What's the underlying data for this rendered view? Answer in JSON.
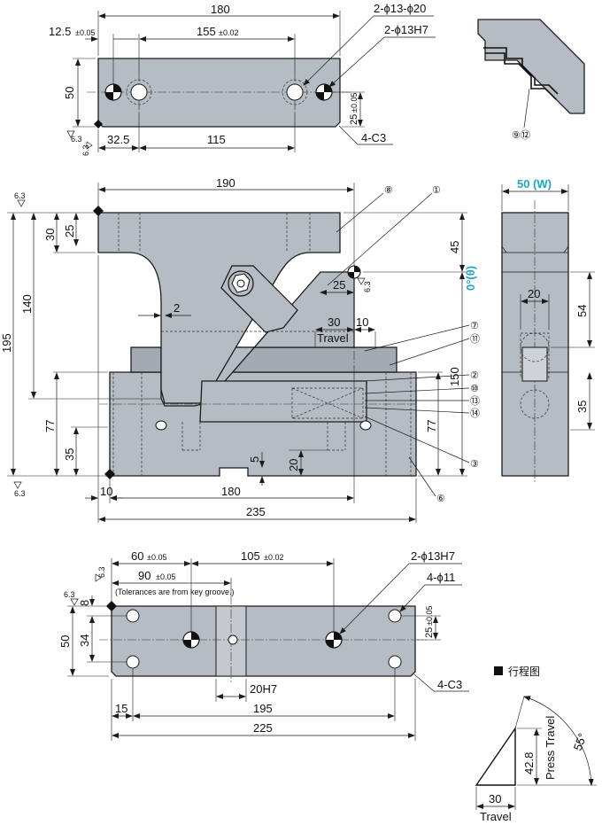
{
  "colors": {
    "part_fill": "#b6bcc3",
    "accent": "#1aa6c8",
    "line": "#1c1c1c"
  },
  "top_view": {
    "dim_180": "180",
    "dim_12_5": "12.5",
    "tol_12_5": "±0.05",
    "dim_155": "155",
    "tol_155": "±0.02",
    "callout_counterbore": "2-ϕ13-ϕ20",
    "callout_holes": "2-ϕ13H7",
    "dim_50": "50",
    "dim_25": "25",
    "tol_25": "±0.05",
    "dim_32_5": "32.5",
    "dim_115": "115",
    "chamfer": "4-C3",
    "rough_a": "6.3",
    "rough_b": "6.3"
  },
  "detail_view": {
    "callout": "⑨⑫"
  },
  "front_view": {
    "dim_190": "190",
    "dim_30": "30",
    "dim_25": "25",
    "dim_140": "140",
    "dim_195": "195",
    "dim_77_left": "77",
    "dim_35_left": "35",
    "dim_2": "2",
    "dim_25_mid": "25",
    "dim_30_travel": "30",
    "travel_label": "Travel",
    "dim_10_mid": "10",
    "dim_45": "45",
    "angle_label": "0°(θ)",
    "dim_150": "150",
    "dim_77_right": "77",
    "dim_5": "5",
    "dim_20": "20",
    "dim_10_bottom": "10",
    "dim_180": "180",
    "dim_235": "235",
    "rough_top": "6.3",
    "rough_slide": "6.3",
    "rough_bottom": "6.3",
    "callouts": {
      "c8": "⑧",
      "c1": "①",
      "c7": "⑦",
      "c11": "⑪",
      "c2": "②",
      "c10": "⑩",
      "c13": "⑬",
      "c14": "⑭",
      "c3": "③",
      "c6": "⑥"
    }
  },
  "side_view": {
    "width_label": "50",
    "width_suffix": "(W)",
    "dim_20": "20",
    "dim_54": "54",
    "dim_35": "35"
  },
  "bottom_view": {
    "dim_60": "60",
    "tol_60": "±0.05",
    "dim_105": "105",
    "tol_105": "±0.02",
    "dim_90": "90",
    "tol_90": "±0.05",
    "tolerance_note": "(Tolerances are from key groove.)",
    "callout_holes": "2-ϕ13H7",
    "callout_tapped": "4-ϕ11",
    "dim_8": "8",
    "dim_50": "50",
    "dim_34": "34",
    "dim_25": "25",
    "tol_25": "±0.05",
    "dim_20h7": "20H7",
    "chamfer": "4-C3",
    "dim_15": "15",
    "dim_195": "195",
    "dim_225": "225",
    "rough_a": "6.3",
    "rough_b": "6.3"
  },
  "stroke_diagram": {
    "title": "行程图",
    "dim_30": "30",
    "travel_label": "Travel",
    "dim_42_8": "42.8",
    "press_travel_label": "Press Travel",
    "angle_55": "55°"
  }
}
